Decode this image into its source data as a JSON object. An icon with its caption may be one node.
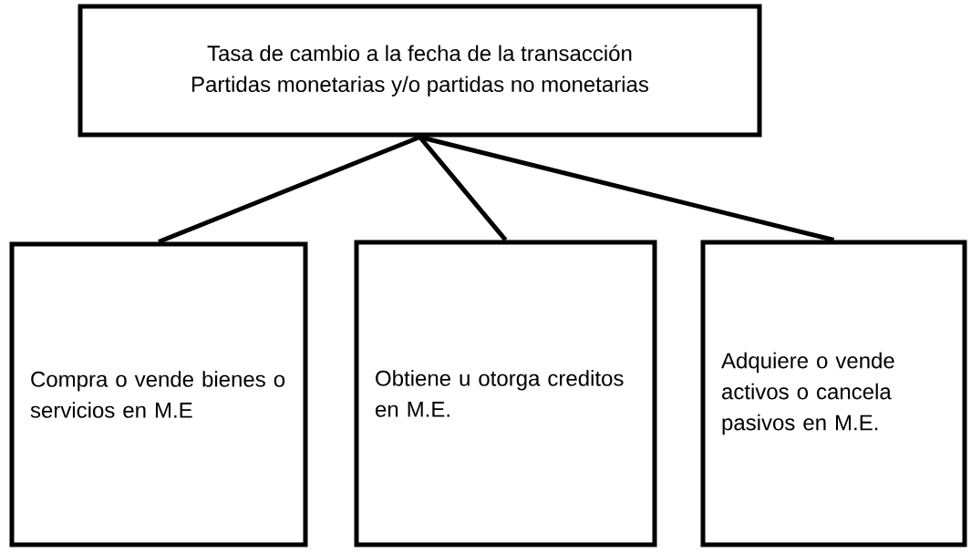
{
  "diagram": {
    "nodes": [
      {
        "text": [
          "Tasa de cambio a la fecha de la transacción",
          "Partidas monetarias y/o partidas no monetarias"
        ]
      },
      {
        "text": [
          "Compra o vende bienes o servicios en M.E"
        ]
      },
      {
        "text": [
          "Obtiene u otorga creditos en M.E."
        ]
      },
      {
        "text": [
          "Adquiere o vende activos o cancela pasivos en M.E."
        ]
      }
    ],
    "edges": [
      {
        "from": 0,
        "to": 1,
        "arrow": "none"
      },
      {
        "from": 0,
        "to": 2,
        "arrow": "none"
      },
      {
        "from": 0,
        "to": 3,
        "arrow": "none"
      }
    ]
  }
}
